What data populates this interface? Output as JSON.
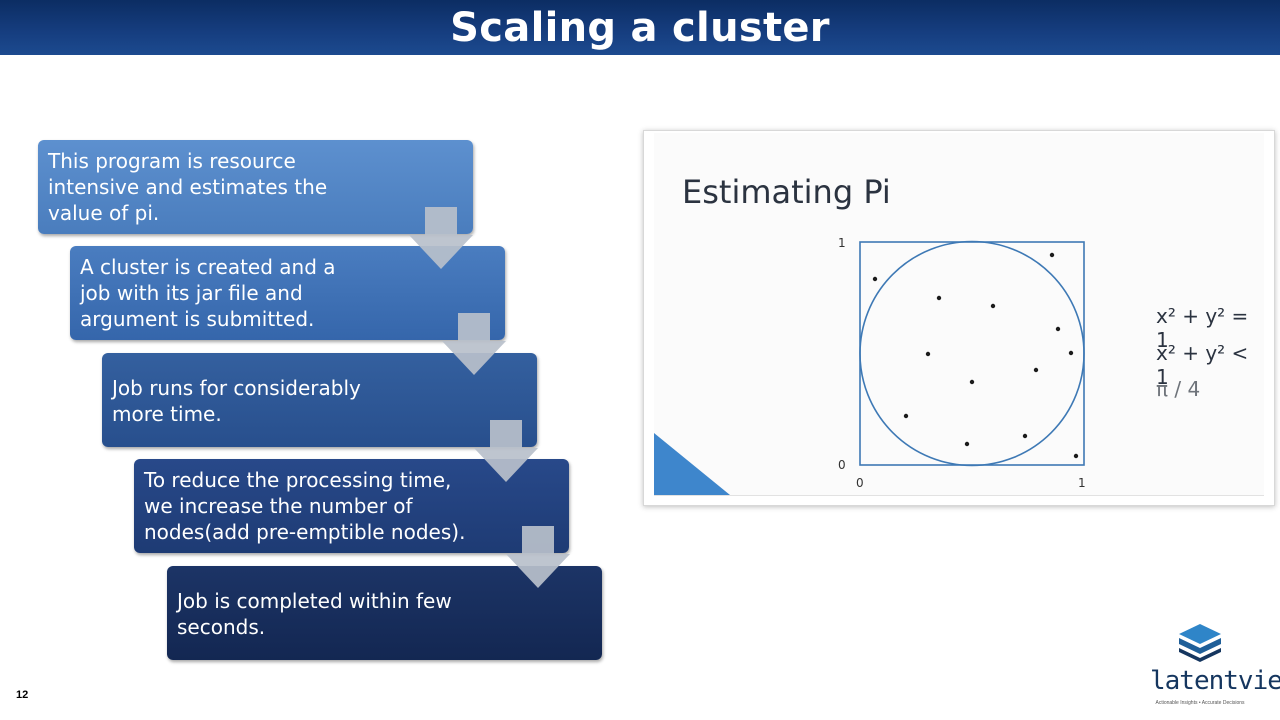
{
  "title": "Scaling a cluster",
  "steps": [
    {
      "text": "This program is resource intensive and estimates the value of pi.",
      "color": "#5184c4"
    },
    {
      "text": "A cluster is created and a job with its jar file and argument is submitted.",
      "color": "#3b6cb0"
    },
    {
      "text": "Job runs for considerably more time.",
      "color": "#2b5394"
    },
    {
      "text": "To reduce the processing time, we increase the number of nodes(add pre-emptible nodes).",
      "color": "#213f7b"
    },
    {
      "text": "Job is completed within few seconds.",
      "color": "#162b5a"
    }
  ],
  "pi_figure": {
    "title": "Estimating Pi",
    "axis_labels": {
      "y_top": "1",
      "y_bottom": "0",
      "x_left": "0",
      "x_right": "1"
    },
    "equations": [
      "x² + y² = 1",
      "x² + y² < 1",
      "π / 4"
    ],
    "accent_color": "#3e79b5"
  },
  "page_number": "12",
  "logo": {
    "brand": "latentview",
    "tagline": "Actionable Insights • Accurate Decisions"
  }
}
